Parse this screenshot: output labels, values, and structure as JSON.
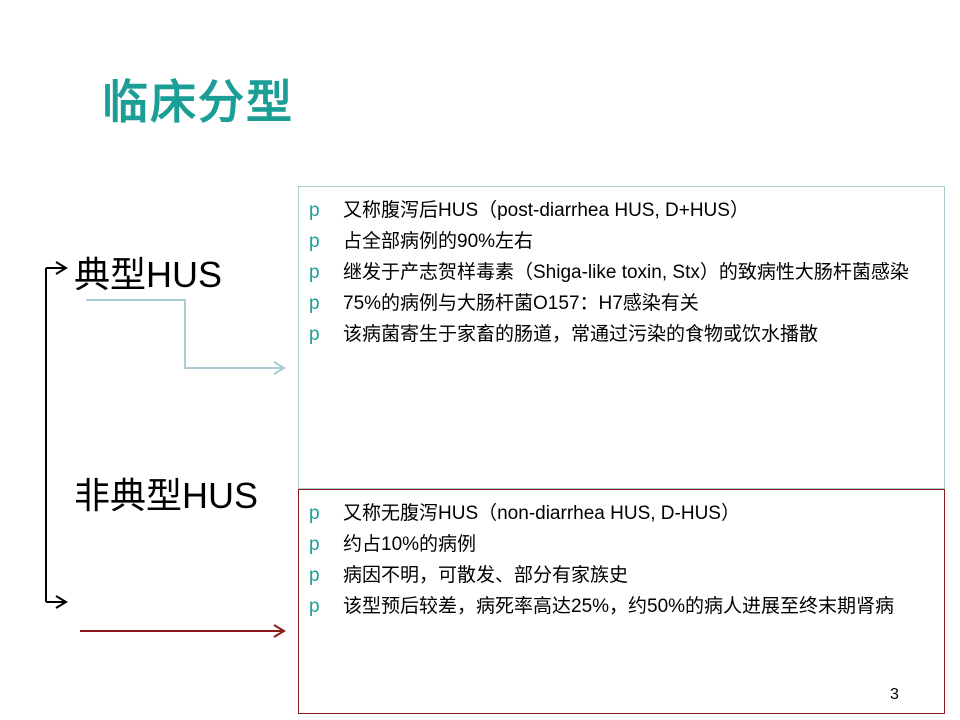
{
  "slide": {
    "title": "临床分型",
    "typical_label_cn": "典型",
    "typical_label_lat": "HUS",
    "atypical_label_cn": "非典型",
    "atypical_label_lat": "HUS",
    "page_number": "3"
  },
  "colors": {
    "title": "#1a9e96",
    "bullet_marker": "#1a9e96",
    "typical_box_border": "#a9cdd3",
    "atypical_box_border": "#8b1a1a",
    "typical_arrow": "#a9cdd3",
    "atypical_arrow": "#8b1a1a"
  },
  "bullet_marker": "p",
  "typical_box": {
    "items": [
      "又称腹泻后HUS（post-diarrhea HUS, D+HUS）",
      "占全部病例的90%左右",
      "继发于产志贺样毒素（Shiga-like toxin, Stx）的致病性大肠杆菌感染",
      "75%的病例与大肠杆菌O157：H7感染有关",
      "该病菌寄生于家畜的肠道，常通过污染的食物或饮水播散"
    ]
  },
  "atypical_box": {
    "items": [
      "又称无腹泻HUS（non-diarrhea HUS, D-HUS）",
      "约占10%的病例",
      "病因不明，可散发、部分有家族史",
      "该型预后较差，病死率高达25%，约50%的病人进展至终末期肾病"
    ]
  }
}
